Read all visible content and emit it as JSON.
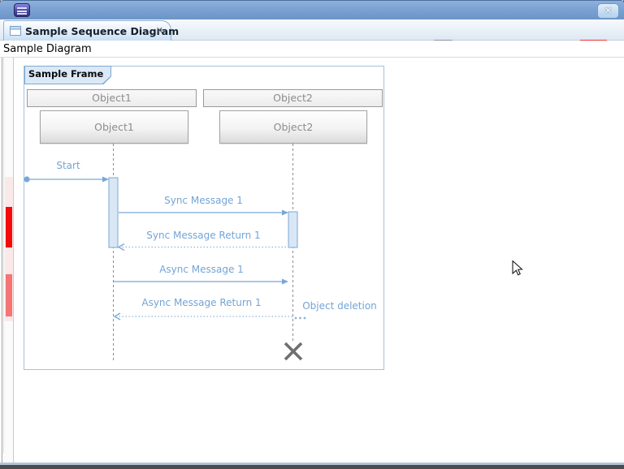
{
  "tab": {
    "title": "Sample Sequence Diagram"
  },
  "breadcrumb": {
    "label": "Sample Diagram"
  },
  "icons": {
    "window_close": "✕",
    "tab_close": "✕"
  },
  "toolbar": {
    "buttons": [
      {
        "icon": "home-icon",
        "state": "enabled"
      },
      {
        "icon": "select-cursor-icon",
        "state": "pressed"
      },
      {
        "icon": "zoom-in-icon",
        "state": "enabled"
      },
      {
        "icon": "zoom-out-icon",
        "state": "enabled"
      },
      {
        "icon": "navigate-down-icon",
        "state": "enabled"
      },
      {
        "icon": "navigate-up-icon",
        "state": "disabled"
      },
      {
        "icon": "navigate-back-icon",
        "state": "disabled"
      },
      {
        "icon": "navigate-forward-icon",
        "state": "enabled"
      },
      {
        "icon": "open-interaction-icon",
        "state": "highlighted"
      },
      {
        "icon": "view-menu-chevron-icon",
        "state": "enabled"
      }
    ],
    "highlight_color": "#ef3535"
  },
  "overview_ruler": {
    "band_color": "#fbe9e9",
    "markers": [
      {
        "color": "#f30b0b"
      },
      {
        "color": "#f57474"
      }
    ]
  },
  "diagram": {
    "frame_label": "Sample Frame",
    "lifelines": [
      {
        "header": "Object1",
        "name": "Object1"
      },
      {
        "header": "Object2",
        "name": "Object2"
      }
    ],
    "messages": [
      {
        "label": "Start",
        "line": "solid",
        "from": "start-node",
        "to": "Object1"
      },
      {
        "label": "Sync Message 1",
        "line": "solid",
        "from": "Object1",
        "to": "Object2"
      },
      {
        "label": "Sync Message Return 1",
        "line": "dotted",
        "from": "Object2",
        "to": "Object1"
      },
      {
        "label": "Async Message 1",
        "line": "solid",
        "from": "Object1",
        "to": "Object2"
      },
      {
        "label": "Async Message Return 1",
        "line": "dotted",
        "from": "Object2",
        "to": "Object1"
      },
      {
        "label": "Object deletion",
        "line": "dotted",
        "to": "Object2"
      }
    ],
    "colors": {
      "accent": "#73a4d6",
      "lifeline": "#8c8c8c",
      "destruction": "#6f6f6f"
    }
  }
}
